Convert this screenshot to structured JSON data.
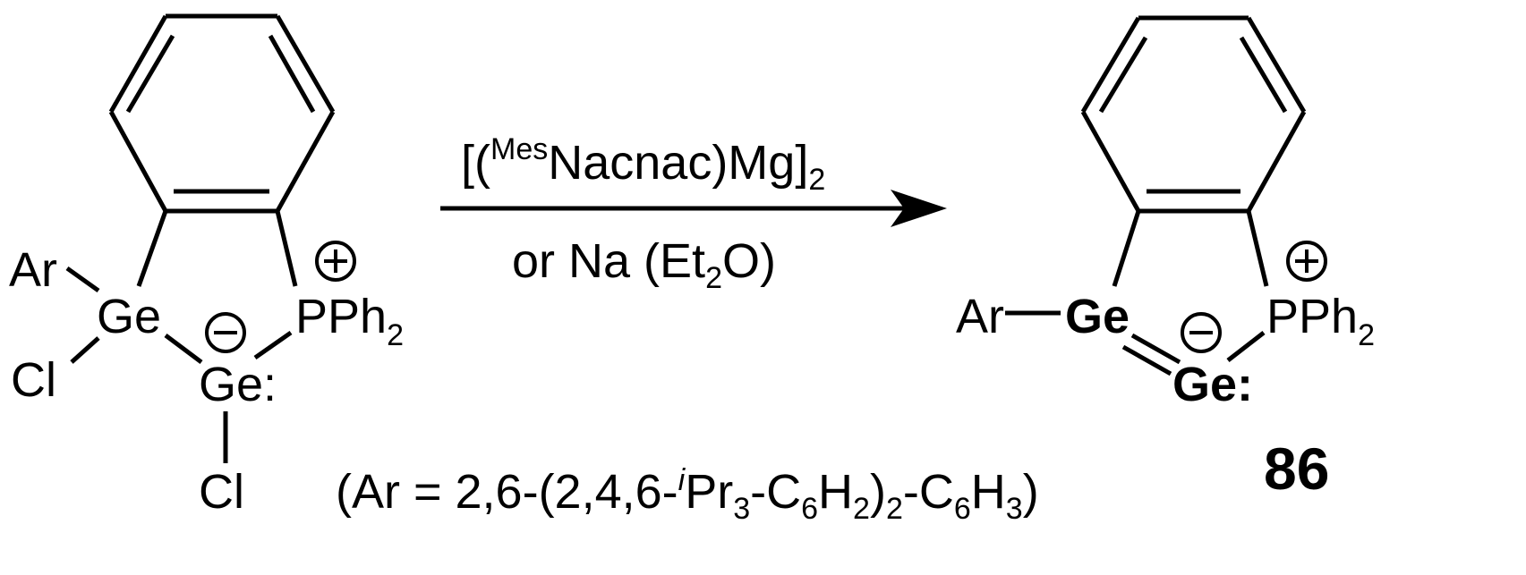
{
  "reactant": {
    "ar_label": "Ar",
    "ge1_label": "Ge",
    "cl1_label": "Cl",
    "ge2_label": "Ge:",
    "cl2_label": "Cl",
    "p_label": "PPh",
    "p_sub": "2",
    "plus_charge": "+",
    "minus_charge": "−"
  },
  "conditions": {
    "reagent_open": "[(",
    "reagent_sup": "Mes",
    "reagent_main": "Nacnac)Mg]",
    "reagent_sub": "2",
    "alt_part1": "or Na  (Et",
    "alt_sub": "2",
    "alt_part2": "O)"
  },
  "footnote": {
    "p1": "(Ar = 2,6-(2,4,6-",
    "p2_italic": "i",
    "p3": "Pr",
    "s1": "3",
    "p4": "-C",
    "s2": "6",
    "p5": "H",
    "s3": "2",
    "p6": ")",
    "s4": "2",
    "p7": "-C",
    "s5": "6",
    "p8": "H",
    "s6": "3",
    "p9": ")"
  },
  "product": {
    "ar_label": "Ar",
    "ge1_label": "Ge",
    "ge2_label": "Ge:",
    "p_label": "PPh",
    "p_sub": "2",
    "plus_charge": "+",
    "minus_charge": "−",
    "compound_number": "86"
  }
}
